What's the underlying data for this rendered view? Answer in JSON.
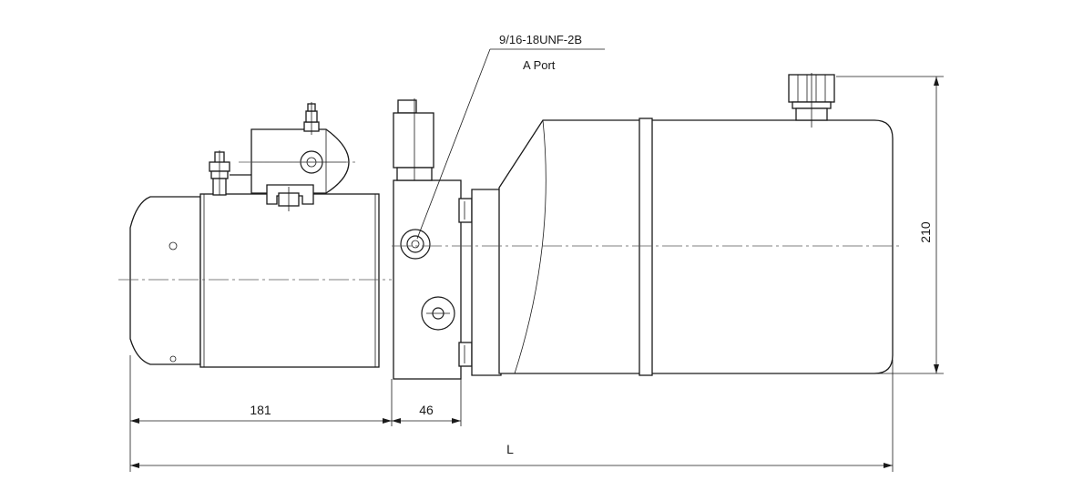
{
  "callout": {
    "thread": "9/16-18UNF-2B",
    "port": "A Port"
  },
  "dimensions": {
    "motor_length": "181",
    "block_width": "46",
    "total_length": "L",
    "height": "210"
  },
  "colors": {
    "line": "#1a1a1a",
    "background": "#ffffff"
  }
}
